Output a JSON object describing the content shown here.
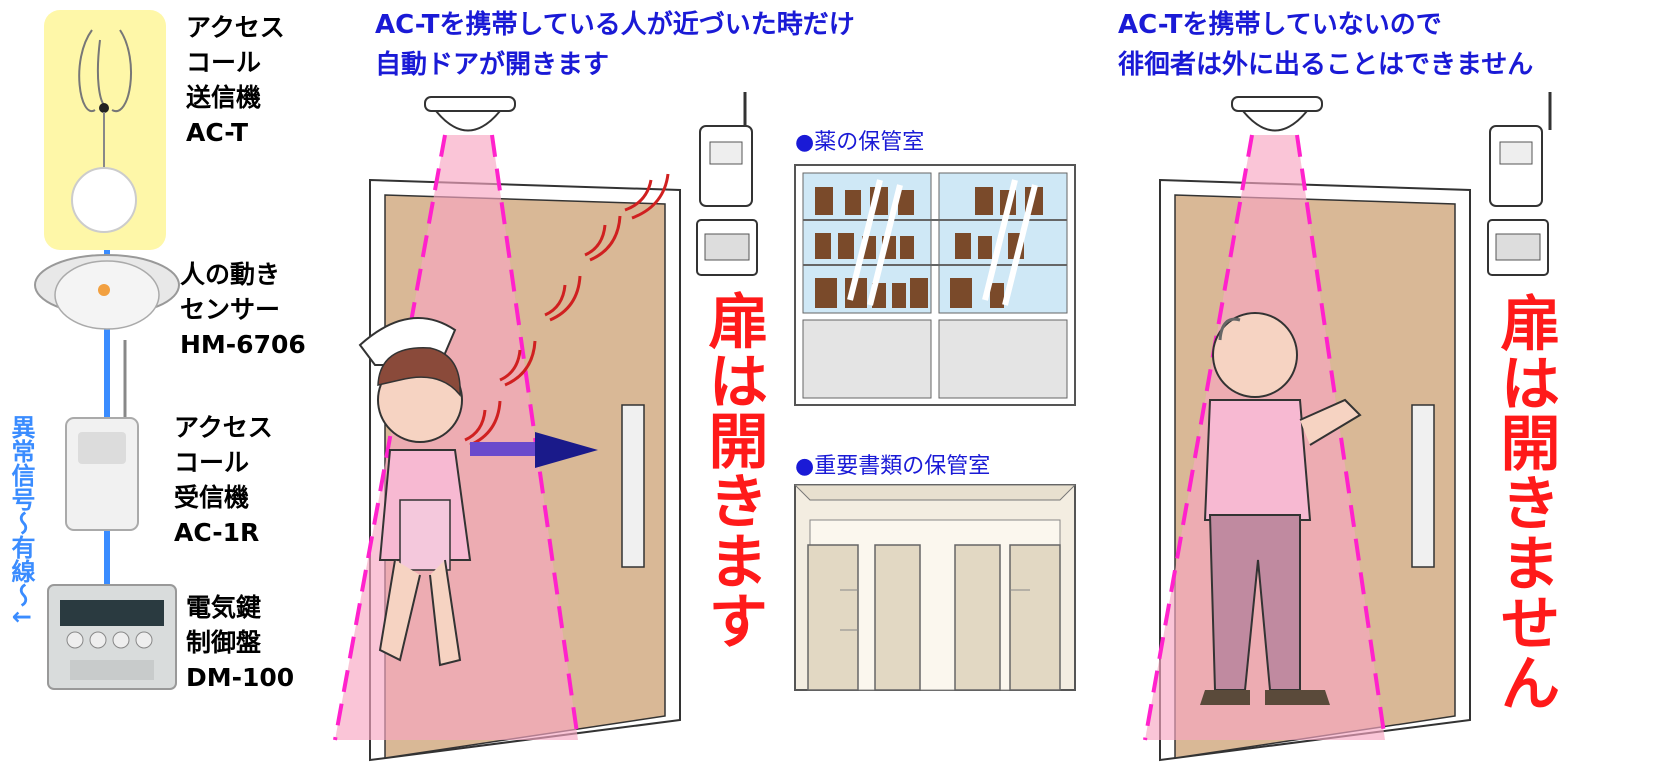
{
  "devices": [
    {
      "name": "アクセス\nコール\n送信機\nAC-T"
    },
    {
      "name": "人の動き\nセンサー\nHM-6706"
    },
    {
      "name": "アクセス\nコール\n受信機\nAC-1R"
    },
    {
      "name": "電気鍵\n制御盤\nDM-100"
    }
  ],
  "wire_label": "異常信号〜有線〜↓",
  "scene_left": {
    "heading": "AC-Tを携帯している人が近づいた時だけ\n自動ドアが開きます",
    "result": "扉は開きます"
  },
  "rooms": [
    {
      "label": "●薬の保管室"
    },
    {
      "label": "●重要書類の保管室"
    }
  ],
  "scene_right": {
    "heading": "AC-Tを携帯していないので\n徘徊者は外に出ることはできません",
    "result": "扉は開きません"
  },
  "colors": {
    "heading_blue": "#1a1ad6",
    "result_red": "#ff1a1a",
    "wire_blue": "#3a8cff",
    "door": "#d9b896",
    "sensor_beam": "#f7a6c2",
    "beam_edge": "#ff22cc"
  }
}
